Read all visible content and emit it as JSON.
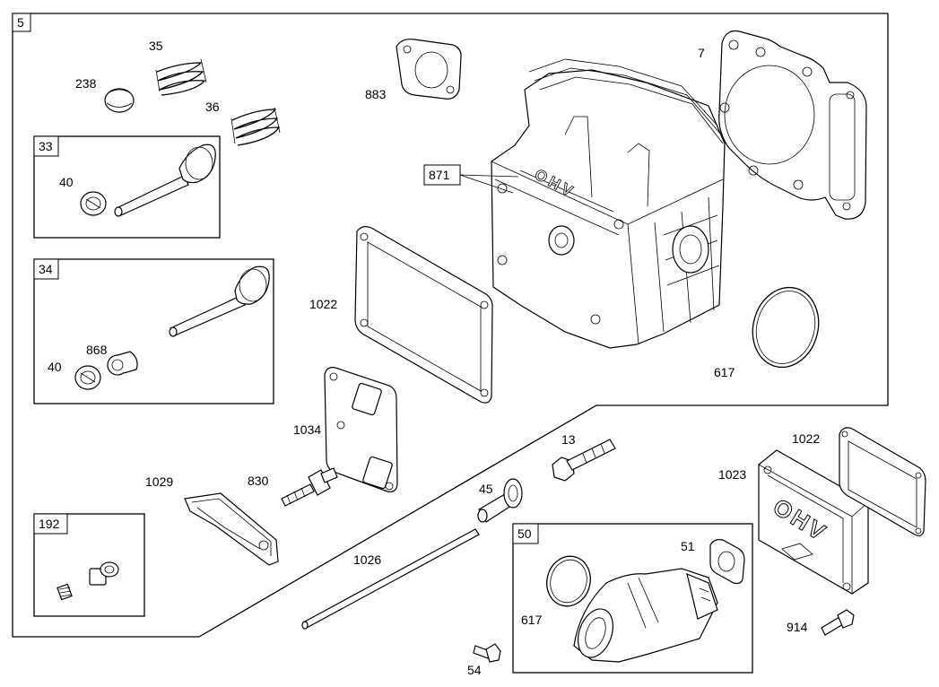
{
  "group_boxes": {
    "main": "5",
    "valve_a": "33",
    "valve_b": "34",
    "tappet": "192",
    "intake": "50",
    "head": "871"
  },
  "callouts": {
    "c238": "238",
    "c35": "35",
    "c36": "36",
    "c40a": "40",
    "c40b": "40",
    "c868": "868",
    "c883": "883",
    "c7": "7",
    "c1022a": "1022",
    "c617a": "617",
    "c1034": "1034",
    "c830": "830",
    "c1029": "1029",
    "c13": "13",
    "c45": "45",
    "c1026": "1026",
    "c1022b": "1022",
    "c1023": "1023",
    "c51": "51",
    "c617b": "617",
    "c914": "914",
    "c54": "54"
  },
  "embossed_text": "OHV"
}
